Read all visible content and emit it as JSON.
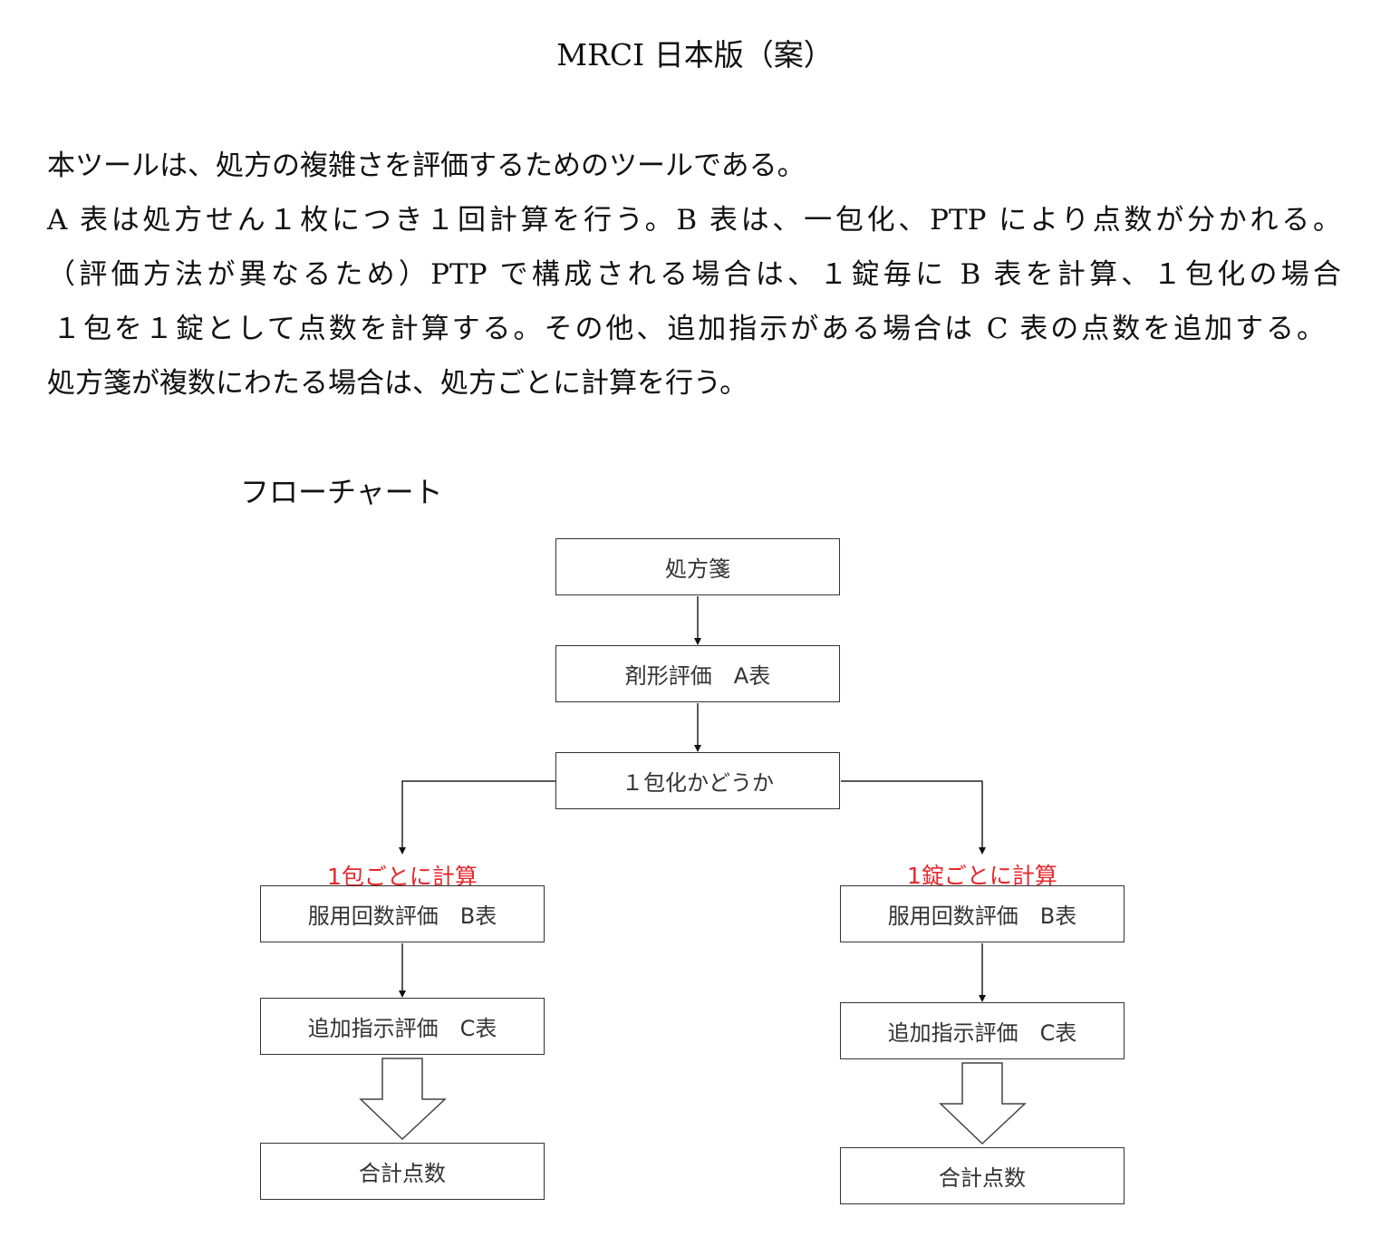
{
  "title": "MRCI 日本版（案）",
  "paragraph": [
    "本ツールは、処方の複雑さを評価するためのツールである。",
    "A 表は処方せん１枚につき１回計算を行う。B 表は、一包化、PTP により点数が分かれる。",
    "（評価方法が異なるため）PTP で構成される場合は、１錠毎に B 表を計算、１包化の場合",
    " １包を１錠として点数を計算する。その他、追加指示がある場合は C 表の点数を追加する。",
    "処方箋が複数にわたる場合は、処方ごとに計算を行う。"
  ],
  "flowchart": {
    "heading": "フローチャート",
    "prescription": "処方箋",
    "dosage_form": "剤形評価　A表",
    "branch": "１包化かどうか",
    "left": {
      "note": "1包ごとに計算",
      "b_table": "服用回数評価　B表",
      "c_table": "追加指示評価　C表",
      "total": "合計点数"
    },
    "right": {
      "note": "1錠ごとに計算",
      "b_table": "服用回数評価　B表",
      "c_table": "追加指示評価　C表",
      "total": "合計点数"
    }
  }
}
